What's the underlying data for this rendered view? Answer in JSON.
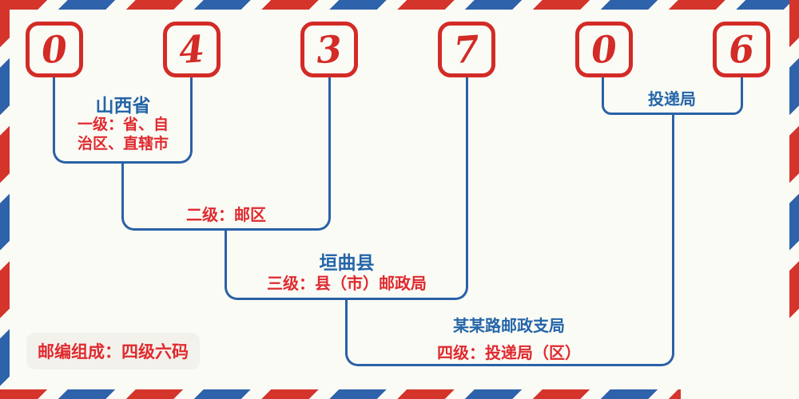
{
  "postal_code": {
    "digits": [
      "0",
      "4",
      "3",
      "7",
      "0",
      "6"
    ]
  },
  "levels": {
    "level1": {
      "region": "山西省",
      "description": "一级：省、自\n治区、直辖市"
    },
    "level2": {
      "description": "二级：邮区"
    },
    "level3": {
      "region": "垣曲县",
      "description": "三级：县（市）邮政局"
    },
    "level4": {
      "region": "某某路邮政支局",
      "description": "四级：投递局（区）"
    },
    "delivery_office": {
      "label": "投递局"
    }
  },
  "footer": {
    "composition_note": "邮编组成：四级六码"
  },
  "colors": {
    "stripe_red": "#d5342b",
    "stripe_blue": "#2e62aa",
    "box_red": "#d32b26",
    "line_blue": "#2a61a6",
    "text_blue": "#2465a8",
    "text_red": "#df2a2e",
    "background": "#fbfbf6",
    "badge_background": "#f3f1ec"
  }
}
